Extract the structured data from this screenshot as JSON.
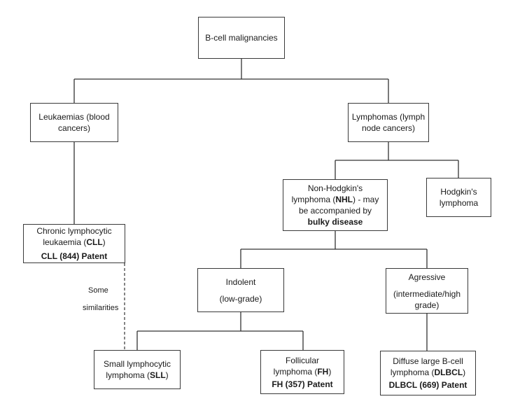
{
  "nodes": {
    "root": {
      "label": "B-cell malignancies"
    },
    "leukaemias": {
      "line1": "Leukaemias (blood",
      "line2": "cancers)"
    },
    "lymphomas": {
      "line1": "Lymphomas (lymph",
      "line2": "node cancers)"
    },
    "nhl": {
      "line1": "Non-Hodgkin's",
      "line2_pre": "lymphoma (",
      "line2_bold": "NHL",
      "line2_post": ") - may",
      "line3": "be accompanied by",
      "line4_bold": "bulky disease"
    },
    "hodgkins": {
      "line1": "Hodgkin's",
      "line2": "lymphoma"
    },
    "cll": {
      "line1": "Chronic lymphocytic",
      "line2_pre": "leukaemia (",
      "line2_bold": "CLL",
      "line2_post": ")",
      "patent": "CLL (844) Patent"
    },
    "indolent": {
      "line1": "Indolent",
      "line2": "(low-grade)"
    },
    "agressive": {
      "line1": "Agressive",
      "line2": "(intermediate/high",
      "line3": "grade)"
    },
    "sll": {
      "line1": "Small lymphocytic",
      "line2_pre": "lymphoma (",
      "line2_bold": "SLL",
      "line2_post": ")"
    },
    "fh": {
      "line1": "Follicular",
      "line2_pre": "lymphoma (",
      "line2_bold": "FH",
      "line2_post": ")",
      "patent": "FH (357) Patent"
    },
    "dlbcl": {
      "line1": "Diffuse large B-cell",
      "line2_pre": "lymphoma (",
      "line2_bold": "DLBCL",
      "line2_post": ")",
      "patent": "DLBCL (669) Patent"
    }
  },
  "annotation": {
    "line1": "Some",
    "line2": "similarities"
  }
}
